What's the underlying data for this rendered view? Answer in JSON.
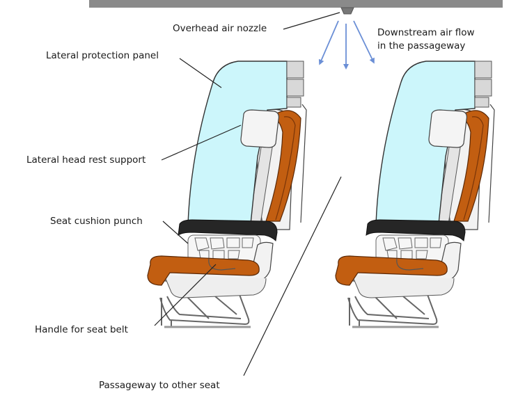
{
  "labels": {
    "overhead_air_nozzle": "Overhead air nozzle",
    "downstream_air_flow_line1": "Downstream air flow",
    "downstream_air_flow_line2": "in the passageway",
    "lateral_protection_panel": "Lateral protection panel",
    "lateral_head_rest_support": "Lateral head rest support",
    "seat_cushion_punch": "Seat cushion punch",
    "handle_for_seat_belt": "Handle for seat belt",
    "passageway_to_other_seat": "Passageway to other seat"
  },
  "colors": {
    "panel_fill": "#ccf6fb",
    "cushion": "#c25e11",
    "cushion_dark": "#7a3508",
    "airflow_arrow": "#6b8fd6",
    "ceiling": "#8a8a8a",
    "frame_line": "#555555"
  }
}
